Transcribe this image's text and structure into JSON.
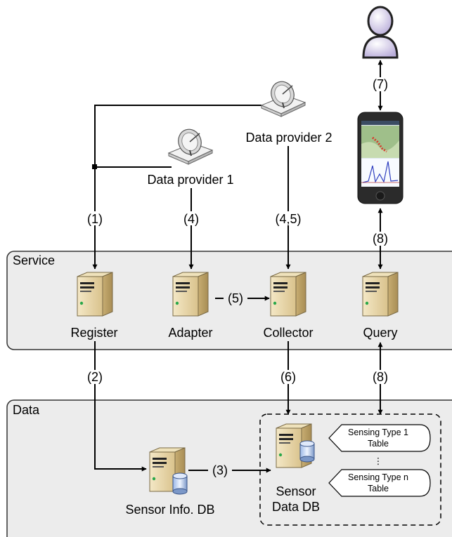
{
  "regions": {
    "service": "Service",
    "data": "Data"
  },
  "providers": {
    "provider1": "Data provider 1",
    "provider2": "Data provider 2"
  },
  "servers": {
    "register": "Register",
    "adapter": "Adapter",
    "collector": "Collector",
    "query": "Query"
  },
  "databases": {
    "sensor_info": "Sensor Info. DB",
    "sensor_data_line1": "Sensor",
    "sensor_data_line2": "Data DB"
  },
  "tables": {
    "type1_line1": "Sensing Type 1",
    "type1_line2": "Table",
    "ellipsis": "⋮",
    "typen_line1": "Sensing Type n",
    "typen_line2": "Table"
  },
  "steps": {
    "s1": "(1)",
    "s2": "(2)",
    "s3": "(3)",
    "s4": "(4)",
    "s45": "(4,5)",
    "s5": "(5)",
    "s6": "(6)",
    "s7": "(7)",
    "s8a": "(8)",
    "s8b": "(8)"
  },
  "colors": {
    "region_fill": "#ececec",
    "server_body": "#e8d6a8",
    "user_fill": "#cfc6ea"
  }
}
